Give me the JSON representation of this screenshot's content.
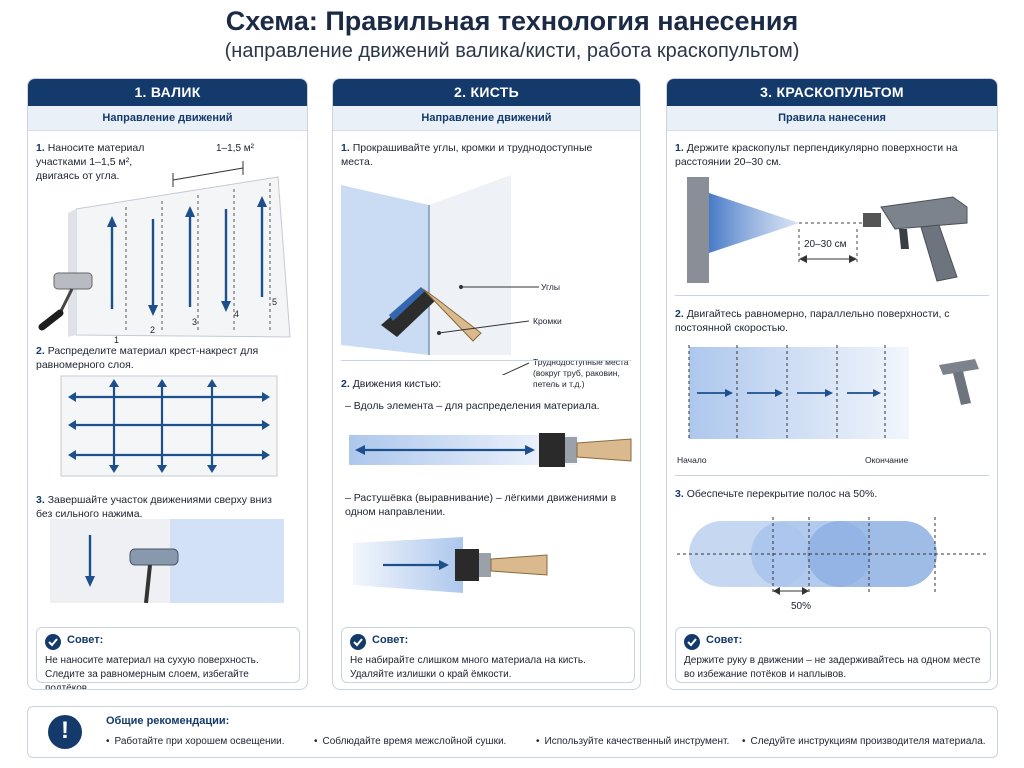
{
  "header": {
    "title": "Схема: Правильная технология нанесения",
    "subtitle": "(направление движений валика/кисти, работа краскопультом)"
  },
  "roller": {
    "heading": "1. ВАЛИК",
    "subheading": "Направление движений",
    "step1": {
      "num": "1.",
      "text": "Наносите материал участками 1–1,5 м², двигаясь от угла."
    },
    "area_label": "1–1,5 м²",
    "stripe_numbers": [
      "1",
      "2",
      "3",
      "4",
      "5"
    ],
    "step2": {
      "num": "2.",
      "text": "Распределите материал крест-накрест для равномерного слоя."
    },
    "step3": {
      "num": "3.",
      "text": "Завершайте участок движениями сверху вниз без сильного нажима."
    },
    "tip": {
      "title": "Совет:",
      "text": "Не наносите материал на сухую поверхность. Следите за равномерным слоем, избегайте подтёков."
    }
  },
  "brush": {
    "heading": "2. КИСТЬ",
    "subheading": "Направление движений",
    "step1": {
      "num": "1.",
      "text": "Прокрашивайте углы, кромки и труднодоступные места."
    },
    "callouts": {
      "corners": "Углы",
      "edges": "Кромки",
      "hard": "Труднодоступные места (вокруг труб, раковин, петель и т.д.)"
    },
    "step2": {
      "num": "2.",
      "text": "Движения кистью:"
    },
    "motion1": "– Вдоль элемента – для распределения материала.",
    "motion2": "– Растушёвка (выравнивание) – лёгкими движениями в одном направлении.",
    "tip": {
      "title": "Совет:",
      "text": "Не набирайте слишком много материала на кисть. Удаляйте излишки о край ёмкости."
    }
  },
  "sprayer": {
    "heading": "3. КРАСКОПУЛЬТОМ",
    "subheading": "Правила нанесения",
    "step1": {
      "num": "1.",
      "text": "Держите краскопульт перпендикулярно поверхности на расстоянии 20–30 см."
    },
    "distance_label": "20–30 см",
    "step2": {
      "num": "2.",
      "text": "Двигайтесь равномерно, параллельно поверхности, с постоянной скоростью."
    },
    "start_label": "Начало",
    "end_label": "Окончание",
    "step3": {
      "num": "3.",
      "text": "Обеспечьте перекрытие полос на 50%."
    },
    "overlap_label": "50%",
    "tip": {
      "title": "Совет:",
      "text": "Держите руку в движении – не задерживайтесь на одном месте во избежание потёков и наплывов."
    }
  },
  "general": {
    "title": "Общие рекомендации:",
    "items": [
      "Работайте при хорошем освещении.",
      "Соблюдайте время межслойной сушки.",
      "Используйте качественный инструмент.",
      "Следуйте инструкциям производителя материала."
    ]
  },
  "colors": {
    "primary": "#143a6b",
    "arrow": "#1d4f8c",
    "paint": "#a9c4ec"
  }
}
